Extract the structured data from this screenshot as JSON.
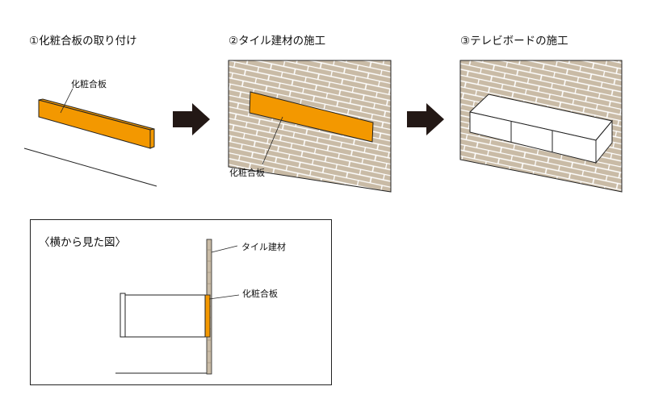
{
  "steps": [
    {
      "title": "①化粧合板の取り付け",
      "label": "化粧合板"
    },
    {
      "title": "②タイル建材の施工",
      "label": "化粧合板"
    },
    {
      "title": "③テレビボードの施工"
    }
  ],
  "side_view": {
    "title": "〈横から見た図〉",
    "labels": [
      "タイル建材",
      "化粧合板"
    ]
  },
  "colors": {
    "plywood": "#f39800",
    "brick": "#c9bba6",
    "mortar": "#ffffff",
    "outline": "#222222",
    "arrow": "#231815",
    "tv_board": "#ffffff"
  }
}
